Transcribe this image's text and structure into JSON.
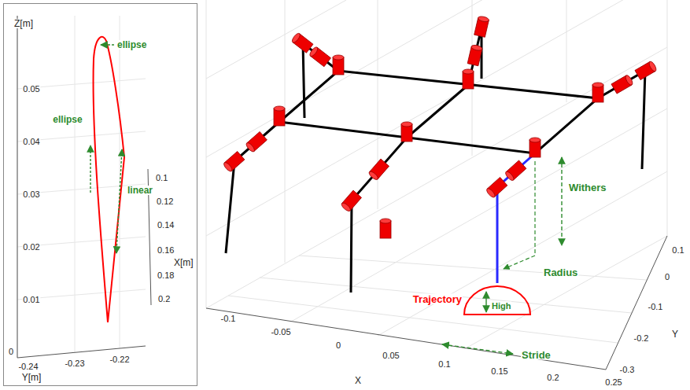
{
  "diagram": {
    "labels": [
      "Z[m]",
      "0.05",
      "0.04",
      "0.03",
      "0.02",
      "0.01",
      "0",
      "-0.24",
      "-0.23",
      "-0.22",
      "Y[m]",
      "0.1",
      "0.12",
      "0.14",
      "0.16",
      "0.18",
      "0.2",
      "X[m]",
      "ellipse",
      "ellipse",
      "linear",
      "Withers",
      "Radius",
      "Trajectory",
      "High",
      "Stride",
      "-0.1",
      "-0.05",
      "0",
      "0.05",
      "0.1",
      "0.15",
      "0.2",
      "0.25",
      "X",
      "0.1",
      "0",
      "-0.1",
      "-0.2",
      "-0.3",
      "Y"
    ]
  }
}
